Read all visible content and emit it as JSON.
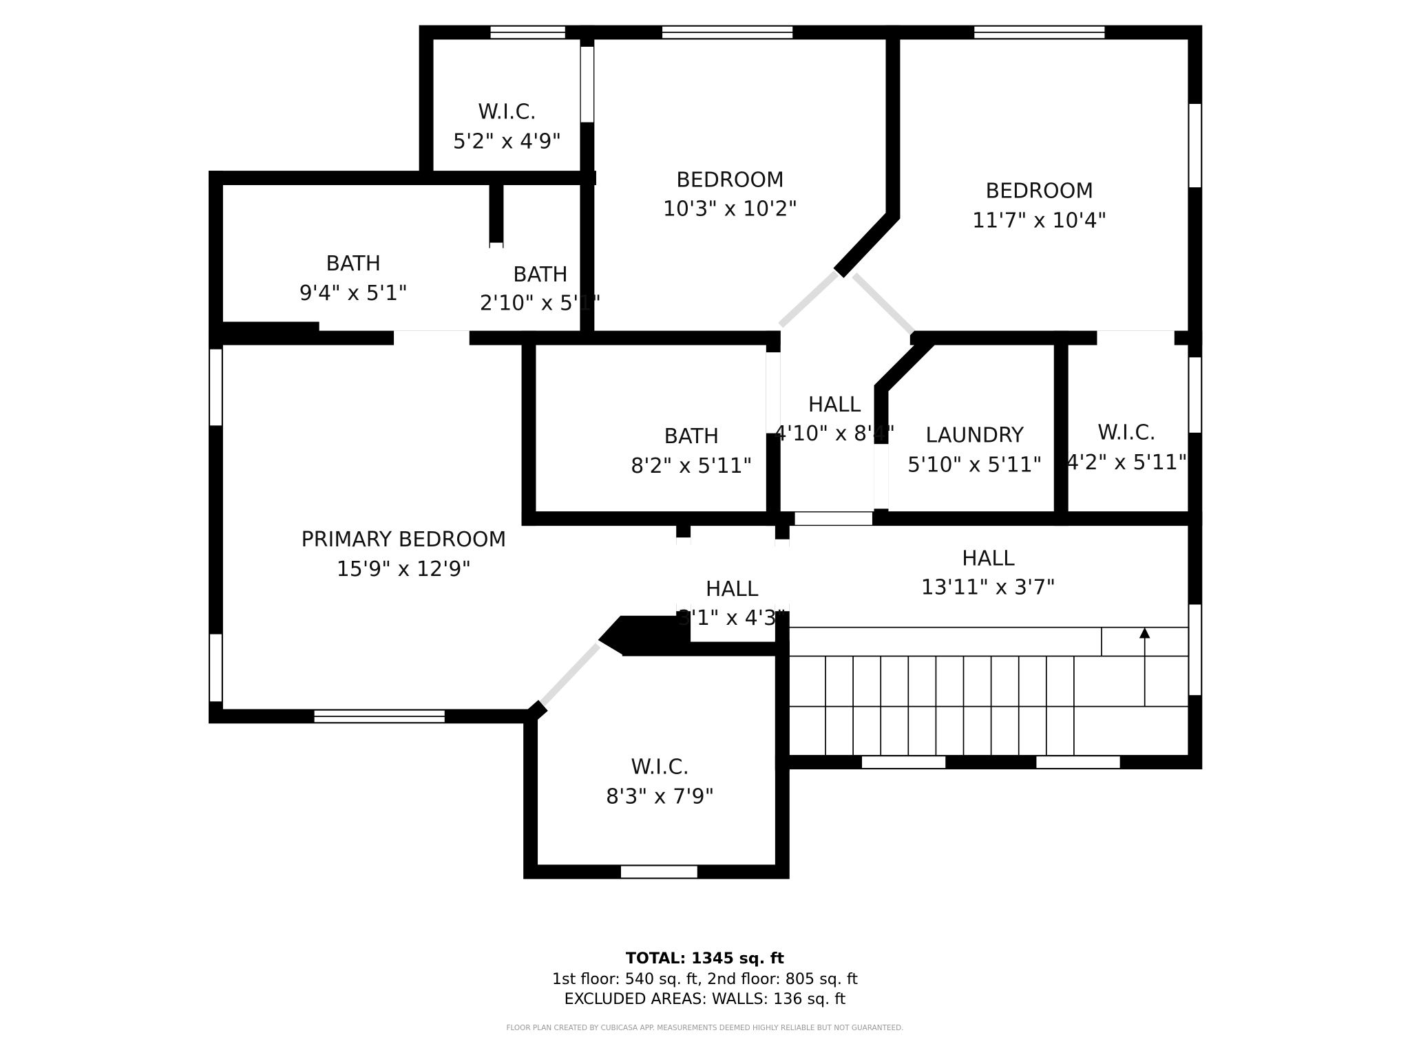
{
  "rooms": [
    {
      "name": "W.I.C.",
      "dims": "5'2\" x 4'9\""
    },
    {
      "name": "BEDROOM",
      "dims": "10'3\" x 10'2\""
    },
    {
      "name": "BEDROOM",
      "dims": "11'7\" x 10'4\""
    },
    {
      "name": "BATH",
      "dims": "9'4\" x 5'1\""
    },
    {
      "name": "BATH",
      "dims": "2'10\" x 5'1\""
    },
    {
      "name": "BATH",
      "dims": "8'2\" x 5'11\""
    },
    {
      "name": "HALL",
      "dims": "4'10\" x 8'4\""
    },
    {
      "name": "LAUNDRY",
      "dims": "5'10\" x 5'11\""
    },
    {
      "name": "W.I.C.",
      "dims": "4'2\" x 5'11\""
    },
    {
      "name": "PRIMARY BEDROOM",
      "dims": "15'9\" x 12'9\""
    },
    {
      "name": "HALL",
      "dims": "3'1\" x 4'3\""
    },
    {
      "name": "HALL",
      "dims": "13'11\" x 3'7\""
    },
    {
      "name": "W.I.C.",
      "dims": "8'3\" x 7'9\""
    }
  ],
  "footer": {
    "total": "TOTAL: 1345 sq. ft",
    "floors": "1st floor: 540 sq. ft, 2nd floor: 805 sq. ft",
    "excluded": "EXCLUDED AREAS: WALLS: 136 sq. ft",
    "disclaimer": "FLOOR PLAN CREATED BY CUBICASA APP. MEASUREMENTS DEEMED HIGHLY RELIABLE BUT NOT GUARANTEED."
  },
  "colors": {
    "wall": "#000000",
    "background": "#ffffff",
    "disclaimer": "#999999"
  }
}
